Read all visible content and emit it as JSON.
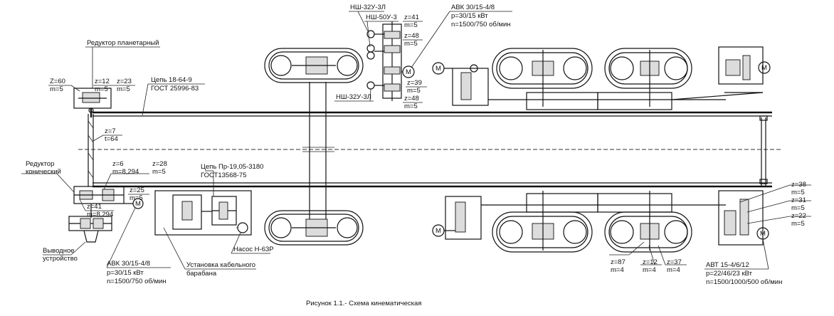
{
  "labels": {
    "reducer_planetary": "Редуктор планетарный",
    "z60": "Z=60",
    "m5_a": "m=5",
    "z12_top": "z=12",
    "m5_b": "m=5",
    "z23": "z=23",
    "m5_c": "m=5",
    "chain1_a": "Цепь 18-64-9",
    "chain1_b": "ГОСТ 25996-83",
    "z7": "z=7",
    "t64": "t=64",
    "reducer_conic_a": "Редуктор",
    "reducer_conic_b": "конический",
    "z6": "z=6",
    "m8294_a": "m=8,294",
    "z28": "z=28",
    "m5_d": "m=5",
    "z25": "z=25",
    "m5_e": "m=5",
    "z41_left": "z=41",
    "m8294_b": "m=8,294",
    "output_a": "Выводное",
    "output_b": "устройство",
    "avk_left_a": "АВК 30/15-4/8",
    "avk_left_b": "p=30/15 кВт",
    "avk_left_c": "n=1500/750 об/мин",
    "chain2_a": "Цепь Пр-19,05-3180",
    "chain2_b": "ГОСТ13568-75",
    "cable_a": "Установка кабельного",
    "cable_b": "барабана",
    "pump": "Насос Н-63Р",
    "nsh32_top": "НШ-32У-3Л",
    "nsh50": "НШ-50У-3",
    "nsh32_bot": "НШ-32У-3Л",
    "z41_top": "z=41",
    "m5_f": "m=5",
    "z48_a": "z=48",
    "m5_g": "m=5",
    "z39": "z=39",
    "m5_h": "m=5",
    "z48_b": "z=48",
    "m5_i": "m=5",
    "avk_top_a": "АВК 30/15-4/8",
    "avk_top_b": "p=30/15 кВт",
    "avk_top_c": "n=1500/750 об/мин",
    "z87": "z=87",
    "m4_a": "m=4",
    "z12_bot": "z=12",
    "m4_b": "m=4",
    "z37": "z=37",
    "m4_c": "m=4",
    "z38": "z=38",
    "m5_j": "m=5",
    "z31": "z=31",
    "m5_k": "m=5",
    "z22": "z=22",
    "m5_l": "m=5",
    "avt_a": "АВТ 15-4/6/12",
    "avt_b": "p=22/46/23 кВт",
    "avt_c": "n=1500/1000/500 об/мин",
    "motor": "М",
    "caption": "Рисунок 1.1.- Схема кинематическая"
  }
}
